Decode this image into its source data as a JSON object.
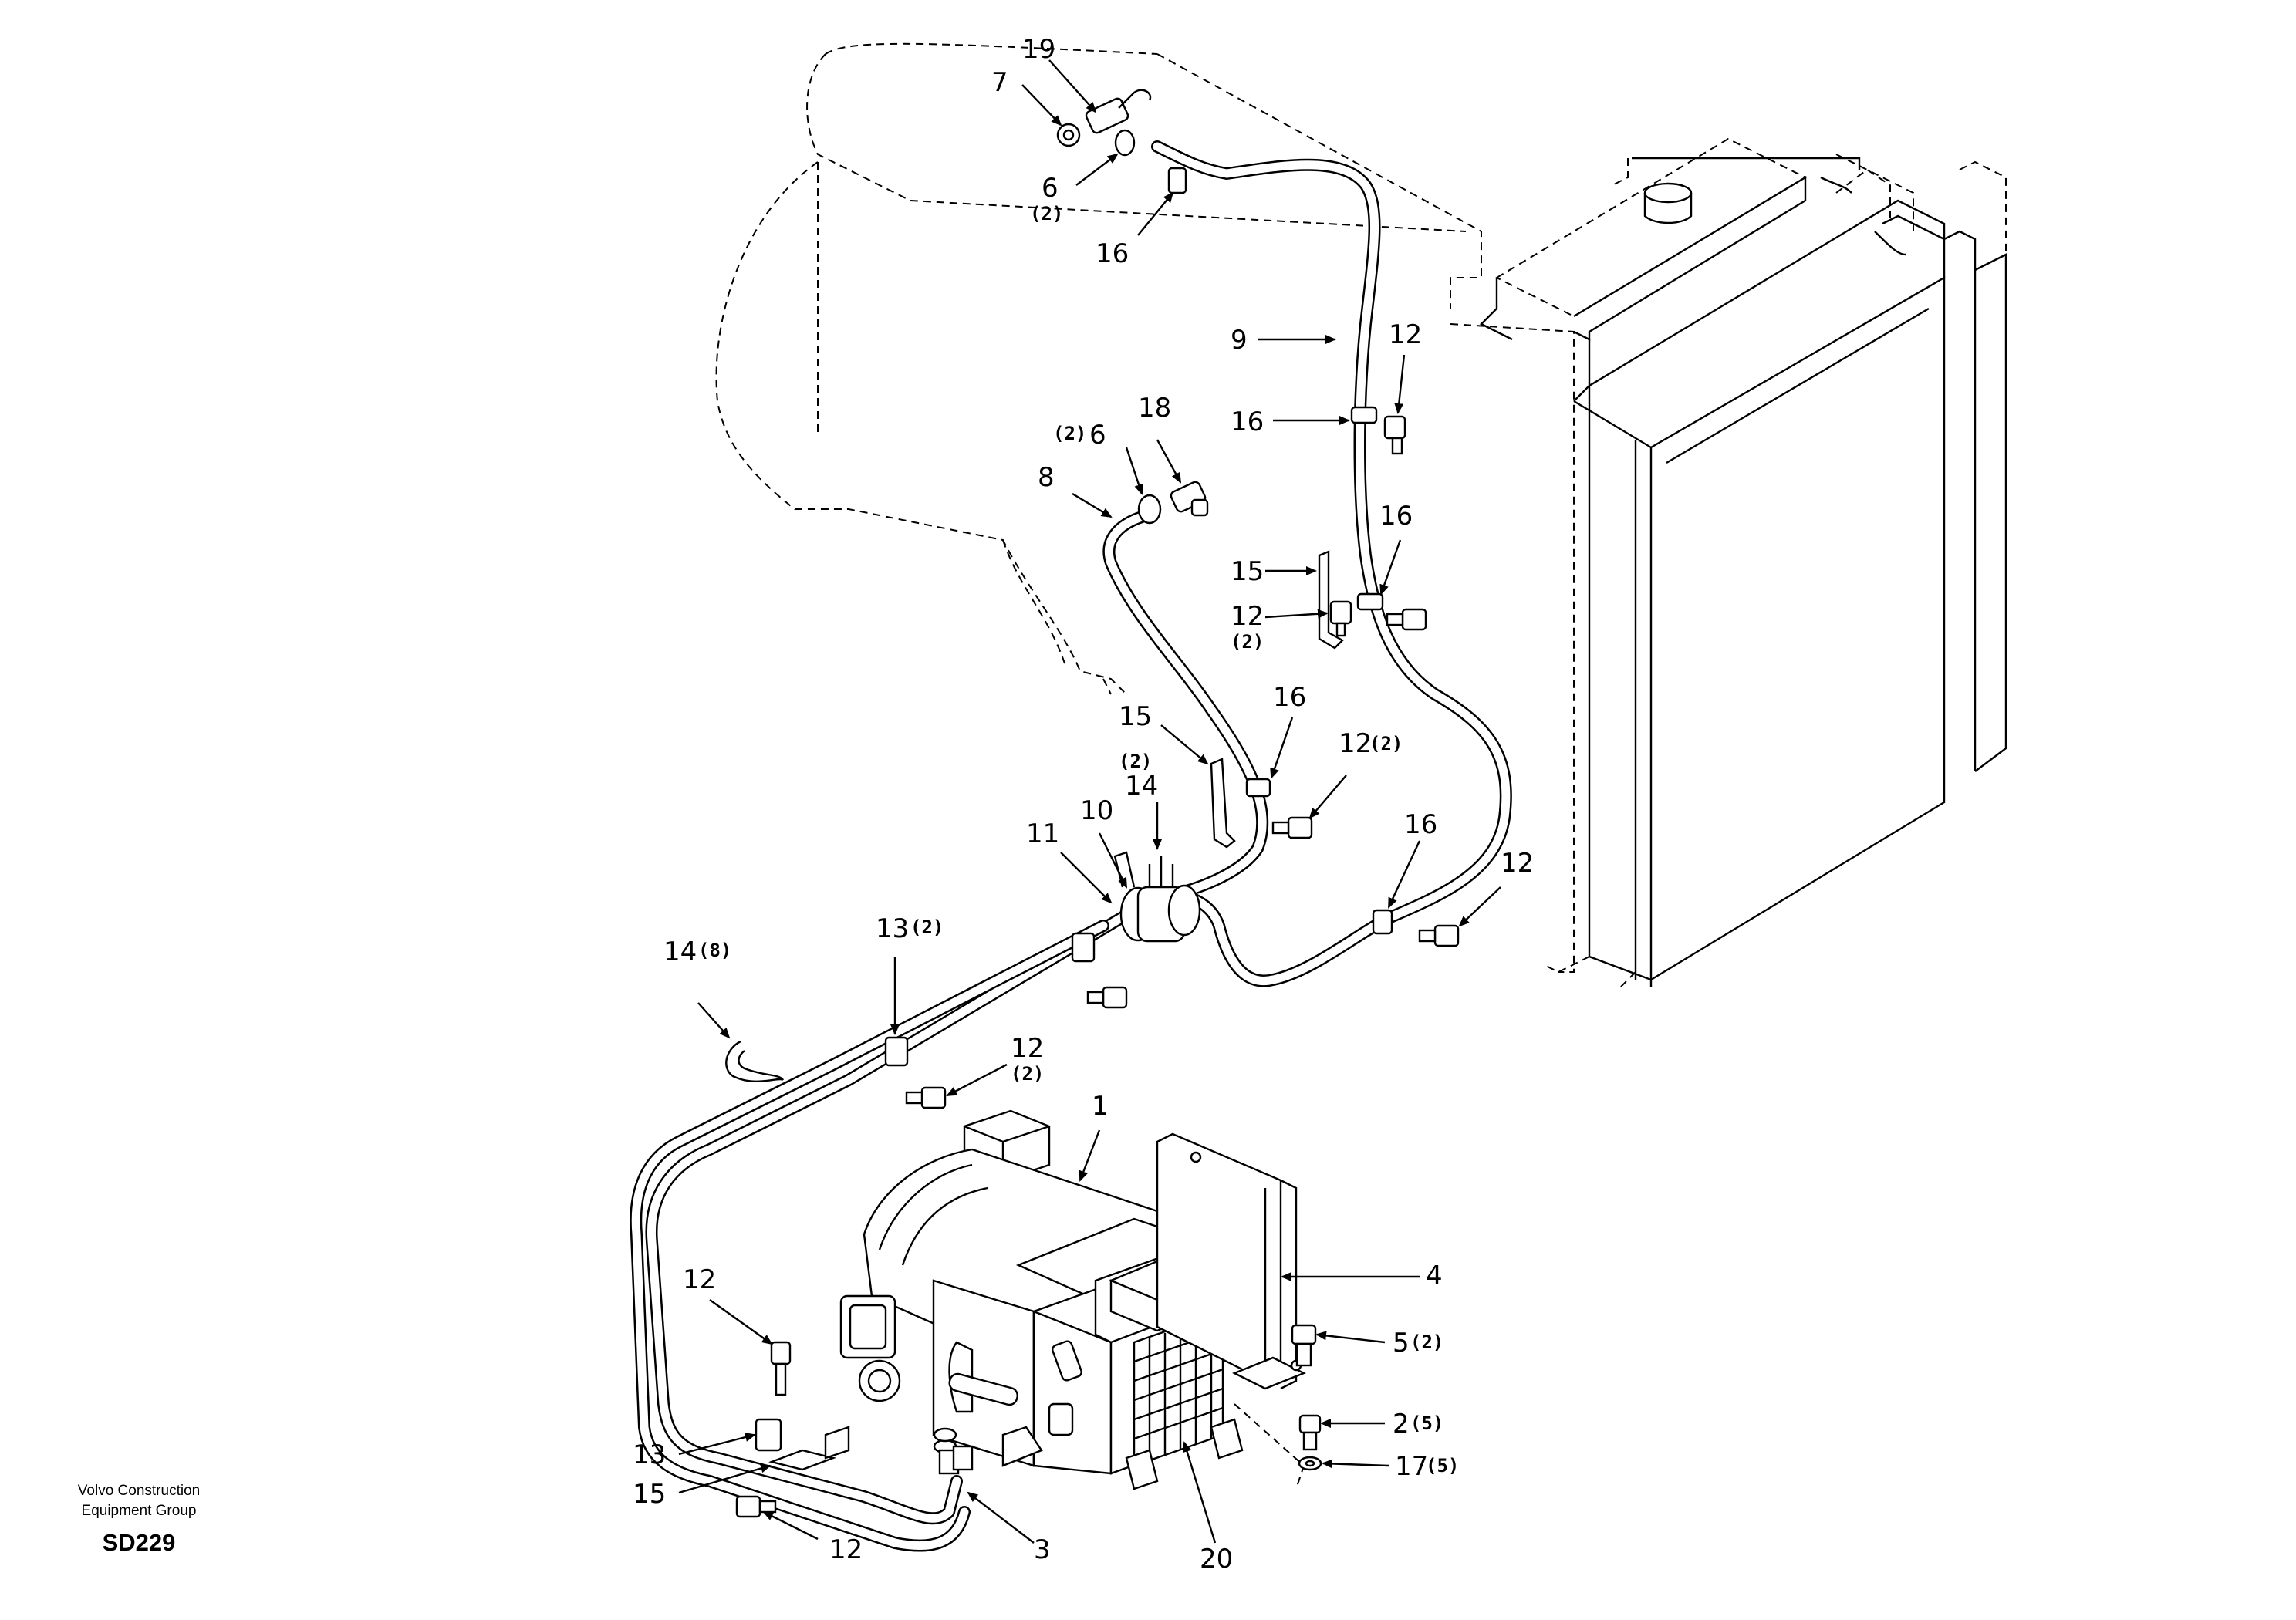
{
  "diagram": {
    "callouts": [
      {
        "id": "c19",
        "number": "19",
        "qty": ""
      },
      {
        "id": "c7",
        "number": "7",
        "qty": ""
      },
      {
        "id": "c6a",
        "number": "6",
        "qty": "(2)"
      },
      {
        "id": "c16a",
        "number": "16",
        "qty": ""
      },
      {
        "id": "c9",
        "number": "9",
        "qty": ""
      },
      {
        "id": "c12a",
        "number": "12",
        "qty": ""
      },
      {
        "id": "c16b",
        "number": "16",
        "qty": ""
      },
      {
        "id": "c18",
        "number": "18",
        "qty": ""
      },
      {
        "id": "c6b",
        "number": "6",
        "qty": "(2)"
      },
      {
        "id": "c8",
        "number": "8",
        "qty": ""
      },
      {
        "id": "c16c",
        "number": "16",
        "qty": ""
      },
      {
        "id": "c15a",
        "number": "15",
        "qty": ""
      },
      {
        "id": "c12b",
        "number": "12",
        "qty": "(2)"
      },
      {
        "id": "c15b",
        "number": "15",
        "qty": ""
      },
      {
        "id": "c16d",
        "number": "16",
        "qty": ""
      },
      {
        "id": "c12c",
        "number": "12",
        "qty": "(2)"
      },
      {
        "id": "c14a",
        "number": "14",
        "qty": "(2)"
      },
      {
        "id": "c10",
        "number": "10",
        "qty": ""
      },
      {
        "id": "c11",
        "number": "11",
        "qty": ""
      },
      {
        "id": "c16e",
        "number": "16",
        "qty": ""
      },
      {
        "id": "c12d",
        "number": "12",
        "qty": ""
      },
      {
        "id": "c14b",
        "number": "14",
        "qty": "(8)"
      },
      {
        "id": "c13a",
        "number": "13",
        "qty": "(2)"
      },
      {
        "id": "c12e",
        "number": "12",
        "qty": "(2)"
      },
      {
        "id": "c1",
        "number": "1",
        "qty": ""
      },
      {
        "id": "c4",
        "number": "4",
        "qty": ""
      },
      {
        "id": "c12f",
        "number": "12",
        "qty": ""
      },
      {
        "id": "c5",
        "number": "5",
        "qty": "(2)"
      },
      {
        "id": "c2",
        "number": "2",
        "qty": "(5)"
      },
      {
        "id": "c17",
        "number": "17",
        "qty": "(5)"
      },
      {
        "id": "c13b",
        "number": "13",
        "qty": ""
      },
      {
        "id": "c15c",
        "number": "15",
        "qty": ""
      },
      {
        "id": "c3",
        "number": "3",
        "qty": ""
      },
      {
        "id": "c12g",
        "number": "12",
        "qty": ""
      },
      {
        "id": "c20",
        "number": "20",
        "qty": ""
      }
    ]
  },
  "credit": {
    "line1": "Volvo Construction",
    "line2": "Equipment Group",
    "code": "SD229"
  },
  "colors": {
    "ink": "#000000",
    "paper": "#ffffff"
  }
}
